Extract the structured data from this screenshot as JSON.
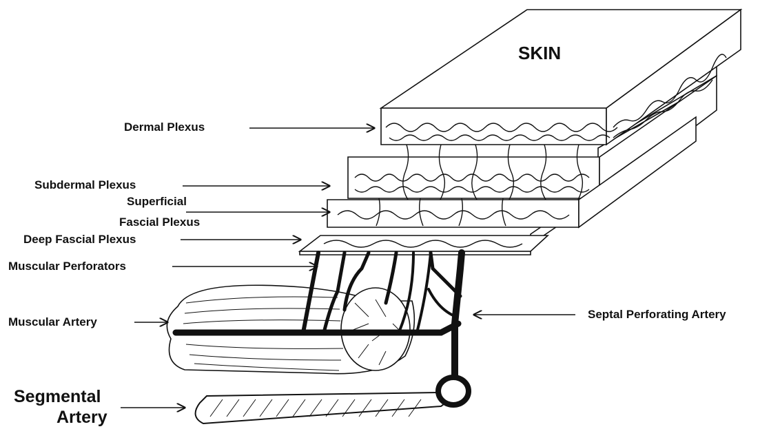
{
  "labels": {
    "skin": "SKIN",
    "dermal_plexus": "Dermal Plexus",
    "subdermal_plexus": "Subdermal Plexus",
    "superficial_line1": "Superficial",
    "superficial_line2": "Fascial Plexus",
    "deep_fascial_plexus": "Deep Fascial Plexus",
    "muscular_perforators": "Muscular Perforators",
    "muscular_artery": "Muscular Artery",
    "septal_perforating_artery": "Septal Perforating Artery",
    "segmental_line1": "Segmental",
    "segmental_line2": "Artery"
  },
  "colors": {
    "ink": "#111111",
    "background": "#ffffff"
  }
}
